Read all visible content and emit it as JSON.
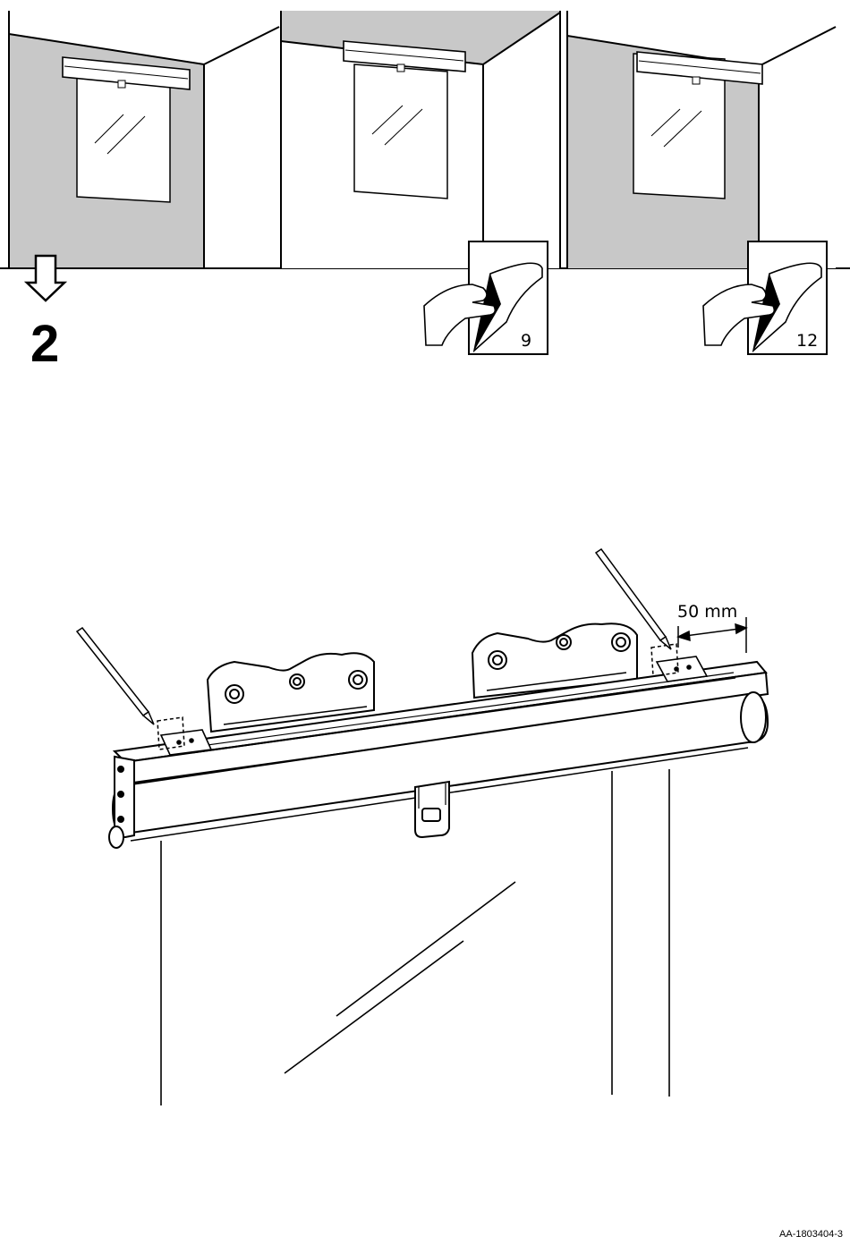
{
  "step": {
    "number": "2"
  },
  "panels": [
    {
      "reference_page": ""
    },
    {
      "reference_page": "9"
    },
    {
      "reference_page": "12"
    }
  ],
  "main_illustration": {
    "dimension_label": "50 mm"
  },
  "footer": {
    "document_code": "AA-1803404-3"
  },
  "colors": {
    "wall_shade": "#c8c8c8",
    "line": "#000000",
    "paper": "#ffffff"
  },
  "icons": [
    "down-arrow-icon",
    "hand-turning-page-icon",
    "pencil-icon",
    "mounting-bracket-icon"
  ]
}
